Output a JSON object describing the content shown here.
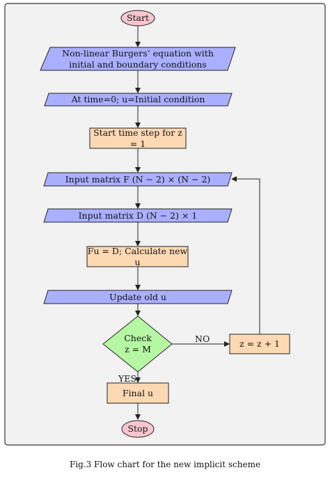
{
  "colors": {
    "terminal_fill": "#f7c6cf",
    "io_fill": "#aab0ff",
    "process_fill": "#fdd9b3",
    "decision_fill": "#b6f7a4",
    "panel_fill": "#f2f2f2",
    "stroke": "#222222"
  },
  "nodes": {
    "start": "Start",
    "equation": "Non-linear Burgers’ equation with\ninitial and boundary conditions",
    "initial": "At time=0; u=Initial condition",
    "timestep": "Start time step for z = 1",
    "matrix_f": "Input matrix F (N − 2) × (N − 2)",
    "matrix_d": "Input matrix D (N − 2) × 1",
    "calculate": "Fu = D; Calculate new u",
    "update": "Update old u",
    "check": "Check\nz = M",
    "increment": "z = z + 1",
    "final": "Final u",
    "stop": "Stop"
  },
  "edge_labels": {
    "no": "NO",
    "yes": "YES"
  },
  "caption": "Fig.3 Flow chart for the new implicit scheme"
}
